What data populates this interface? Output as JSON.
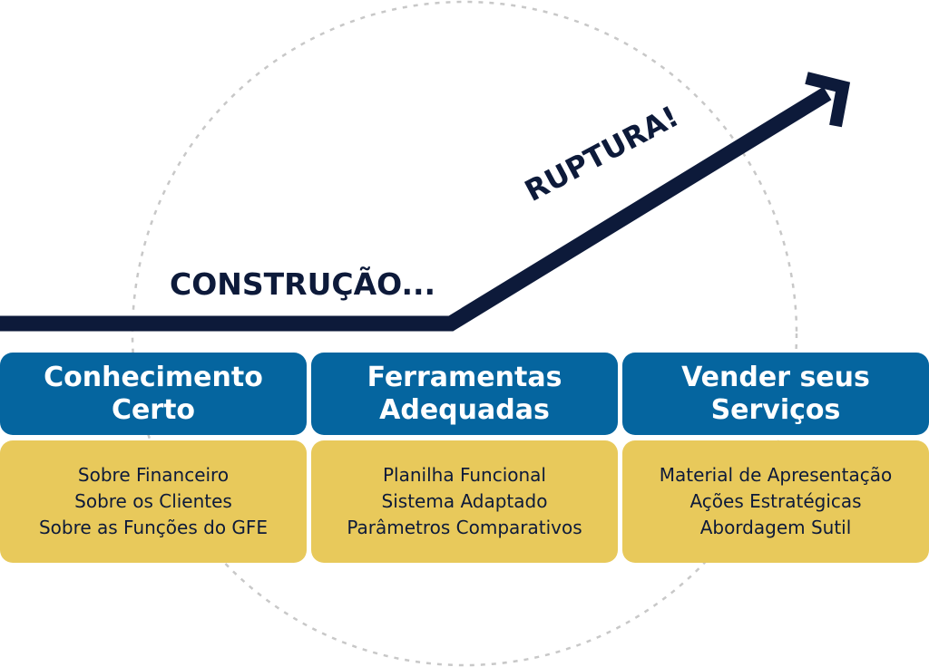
{
  "labels": {
    "construcao": "CONSTRUÇÃO...",
    "ruptura": "RUPTURA!"
  },
  "columns": [
    {
      "title_line1": "Conhecimento",
      "title_line2": "Certo",
      "items": [
        "Sobre Financeiro",
        "Sobre os Clientes",
        "Sobre as Funções do GFE"
      ]
    },
    {
      "title_line1": "Ferramentas",
      "title_line2": "Adequadas",
      "items": [
        "Planilha Funcional",
        "Sistema Adaptado",
        "Parâmetros Comparativos"
      ]
    },
    {
      "title_line1": "Vender seus",
      "title_line2": "Serviços",
      "items": [
        "Material de Apresentação",
        "Ações Estratégicas",
        "Abordagem Sutil"
      ]
    }
  ],
  "colors": {
    "header_blue": "#05659f",
    "body_yellow": "#e8c95b",
    "navy": "#0d1a3a",
    "dotted_circle": "#c8c8c8"
  }
}
